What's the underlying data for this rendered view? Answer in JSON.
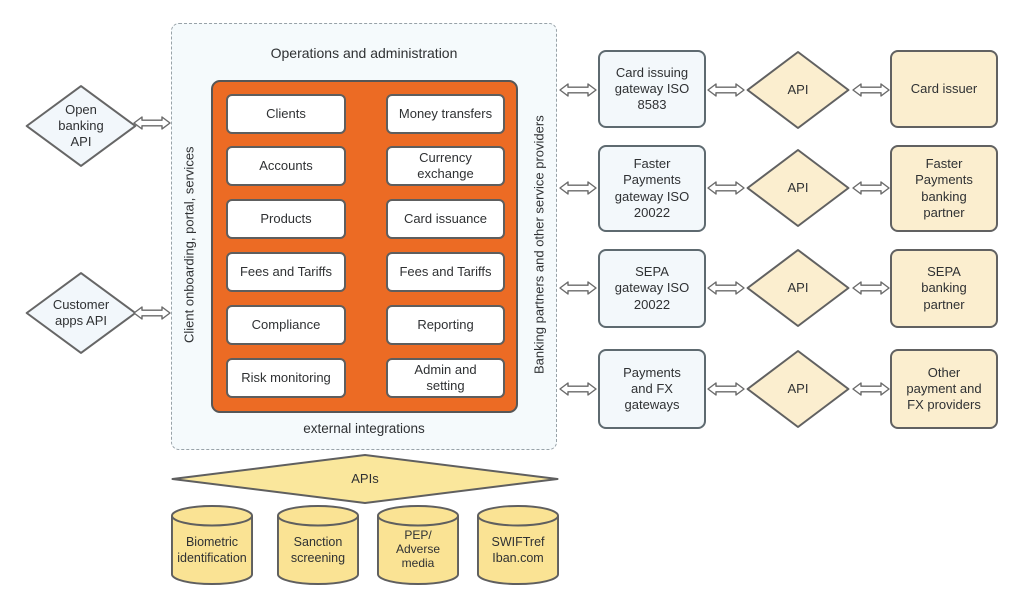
{
  "colors": {
    "core_orange": "#EC6B24",
    "pale_blue_fill": "#F2F7FB",
    "cream_fill": "#FBEECF",
    "yellow_fill": "#FAE394",
    "panel_fill": "#F5FAFC",
    "border_gray": "#5F5F5F",
    "text": "#2F3133"
  },
  "left_nodes": [
    {
      "label": "Open\nbanking\nAPI"
    },
    {
      "label": "Customer\napps API"
    }
  ],
  "core": {
    "title": "Operations and administration",
    "left_vertical_label": "Client onboarding, portal, services",
    "right_vertical_label": "Banking partners and other service providers",
    "bottom_label": "external integrations",
    "modules_left": [
      "Clients",
      "Accounts",
      "Products",
      "Fees and Tariffs",
      "Compliance",
      "Risk monitoring"
    ],
    "modules_right": [
      "Money transfers",
      "Currency\nexchange",
      "Card issuance",
      "Fees and Tariffs",
      "Reporting",
      "Admin and\nsetting"
    ]
  },
  "integration_rows": [
    {
      "gateway": "Card issuing\ngateway ISO\n8583",
      "api": "API",
      "partner": "Card issuer"
    },
    {
      "gateway": "Faster\nPayments\ngateway ISO\n20022",
      "api": "API",
      "partner": "Faster\nPayments\nbanking\npartner"
    },
    {
      "gateway": "SEPA\ngateway ISO\n20022",
      "api": "API",
      "partner": "SEPA\nbanking\npartner"
    },
    {
      "gateway": "Payments\nand FX\ngateways",
      "api": "API",
      "partner": "Other\npayment and\nFX providers"
    }
  ],
  "bottom": {
    "apis_label": "APIs",
    "databases": [
      "Biometric\nidentification",
      "Sanction\nscreening",
      "PEP/\nAdverse\nmedia",
      "SWIFTref\nIban.com"
    ]
  }
}
